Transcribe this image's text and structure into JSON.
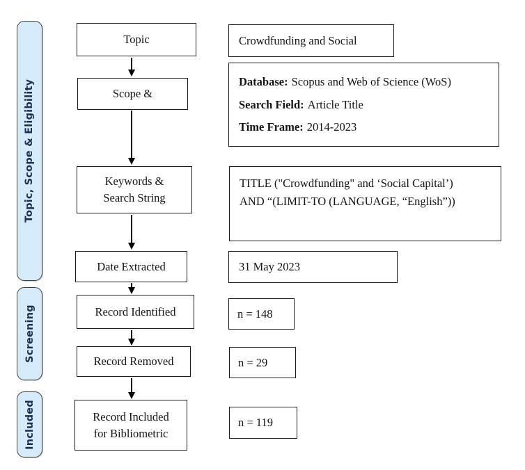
{
  "sidebar": {
    "groups": [
      {
        "label": "Topic, Scope & Eligibility"
      },
      {
        "label": "Screening"
      },
      {
        "label": "Included"
      }
    ]
  },
  "flow": {
    "topic": "Topic",
    "scope": "Scope &",
    "keywords": {
      "line1": "Keywords &",
      "line2": "Search String"
    },
    "date_extracted": "Date Extracted",
    "record_identified": "Record Identified",
    "record_removed": "Record Removed",
    "record_included": {
      "line1": "Record Included",
      "line2": "for Bibliometric"
    }
  },
  "details": {
    "topic_value": "Crowdfunding and Social",
    "database": {
      "rows": [
        {
          "label": "Database:",
          "value": "Scopus and Web of Science (WoS)"
        },
        {
          "label": "Search Field:",
          "value": "Article Title"
        },
        {
          "label": "Time Frame:",
          "value": "2014-2023"
        }
      ]
    },
    "search_string": {
      "line1": "TITLE (\"Crowdfunding\" and ‘Social Capital’)",
      "line2": "AND “(LIMIT-TO (LANGUAGE, “English”))"
    },
    "date_value": "31 May 2023",
    "identified_count": "n = 148",
    "removed_count": "n = 29",
    "included_count": "n = 119"
  },
  "icons": {
    "arrow_down": "▼"
  },
  "colors": {
    "sidebar_fill": "#D6EBF9",
    "sidebar_text": "#1C2F52",
    "box_border": "#1A1A1A",
    "background": "#FFFFFF"
  }
}
